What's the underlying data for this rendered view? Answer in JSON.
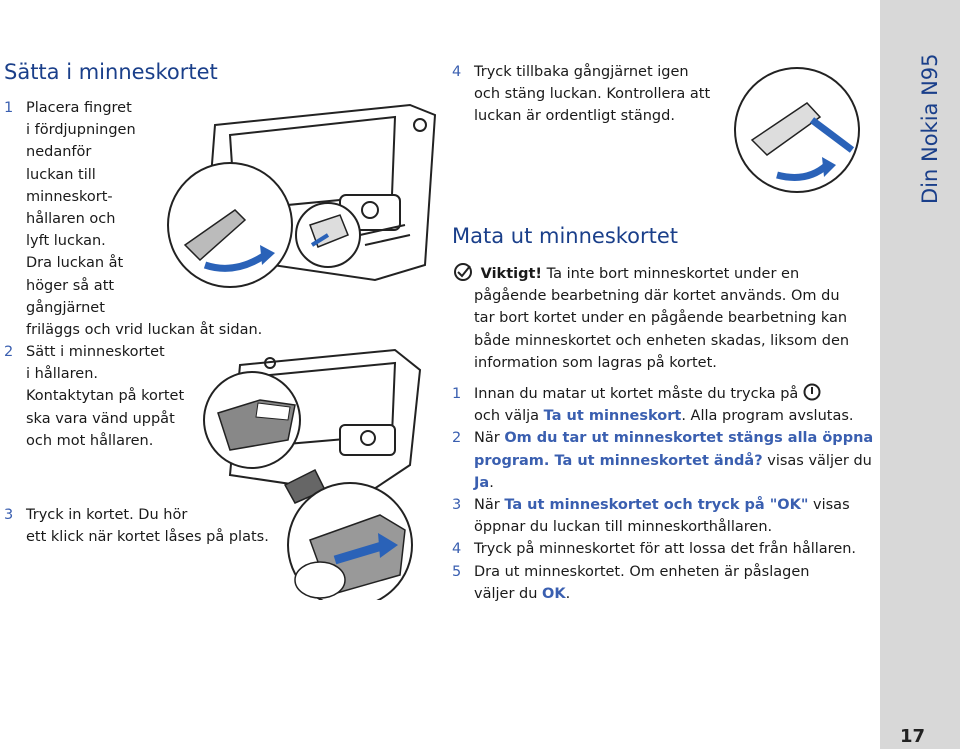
{
  "left": {
    "heading": "Sätta i minneskortet",
    "step1_num": "1",
    "step1_lines": [
      "Placera fingret",
      "i fördjupningen",
      "nedanför",
      "luckan till",
      "minneskort-",
      "hållaren och",
      "lyft luckan.",
      "Dra luckan åt",
      "höger så att",
      "gångjärnet",
      "friläggs och vrid luckan åt sidan."
    ],
    "step2_num": "2",
    "step2_lines": [
      "Sätt i minneskortet",
      "i hållaren.",
      "Kontaktytan på kortet",
      "ska vara vänd uppåt",
      "och mot hållaren."
    ],
    "step3_num": "3",
    "step3_lines": [
      "Tryck in kortet. Du hör",
      "ett klick när kortet låses på plats."
    ]
  },
  "right": {
    "step4_num": "4",
    "step4_lines": [
      "Tryck tillbaka gångjärnet igen",
      "och stäng luckan. Kontrollera att",
      "luckan är ordentligt stängd."
    ],
    "heading": "Mata ut minneskortet",
    "note_label": "Viktigt!",
    "note_line1": "Ta inte bort minneskortet under en",
    "note_lines": [
      "pågående bearbetning där kortet används. Om du",
      "tar bort kortet under en pågående bearbetning kan",
      "både minneskortet och enheten skadas, liksom den",
      "information som lagras på kortet."
    ],
    "s1_num": "1",
    "s1_line1": "Innan du matar ut kortet måste du trycka på",
    "s1_line2_a": "och välja ",
    "s1_line2_b": "Ta ut minneskort",
    "s1_line2_c": ". Alla program avslutas.",
    "s2_num": "2",
    "s2_line1_a": "När ",
    "s2_line1_b": "Om du tar ut minneskortet stängs alla öppna",
    "s2_line2_a": "program. Ta ut minneskortet ändå?",
    "s2_line2_b": " visas väljer du ",
    "s2_line2_c": "Ja",
    "s2_line2_d": ".",
    "s3_num": "3",
    "s3_line1_a": "När ",
    "s3_line1_b": "Ta ut minneskortet och tryck på \"OK\"",
    "s3_line1_c": " visas",
    "s3_line2": "öppnar du luckan till minneskorthållaren.",
    "s4_num": "4",
    "s4_line": "Tryck på minneskortet för att lossa det från hållaren.",
    "s5_num": "5",
    "s5_line1": "Dra ut minneskortet. Om enheten är påslagen",
    "s5_line2_a": "väljer du ",
    "s5_line2_b": "OK",
    "s5_line2_c": "."
  },
  "sidebar": {
    "title": "Din Nokia N95",
    "page_number": "17"
  },
  "colors": {
    "accent": "#3a5fb0",
    "heading": "#1a3f8a",
    "sidebar_bg": "#d8d8d8"
  }
}
